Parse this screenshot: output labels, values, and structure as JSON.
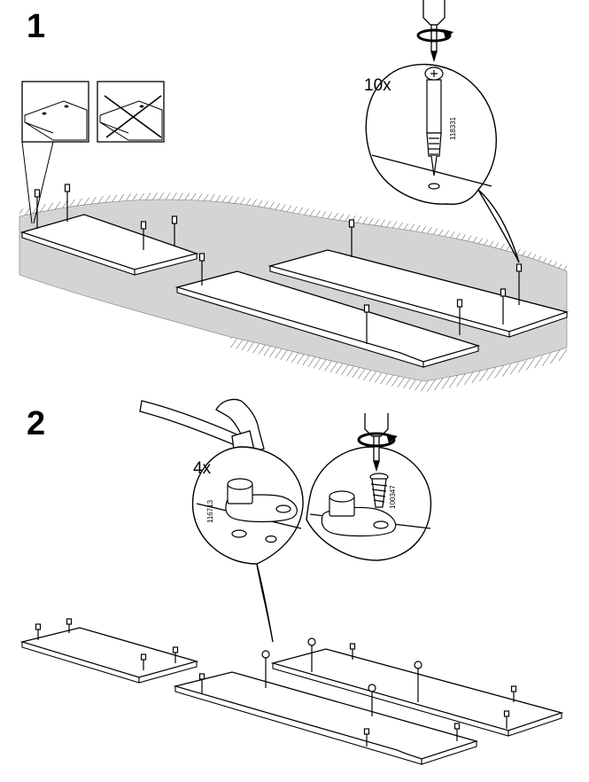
{
  "steps": [
    {
      "number": "1",
      "quantity": "10x",
      "part_code": "118331"
    },
    {
      "number": "2",
      "quantity": "4x",
      "part_code_left": "116713",
      "part_code_right": "100347"
    }
  ],
  "colors": {
    "line": "#000000",
    "panel": "#ffffff",
    "floor": "#d4d4d4",
    "hatch": "#555555"
  },
  "icons": [
    "screwdriver-icon",
    "rotation-arrow-icon",
    "dowel-icon",
    "screw-icon",
    "hammer-icon",
    "foot-pad-icon",
    "cross-out-icon"
  ]
}
